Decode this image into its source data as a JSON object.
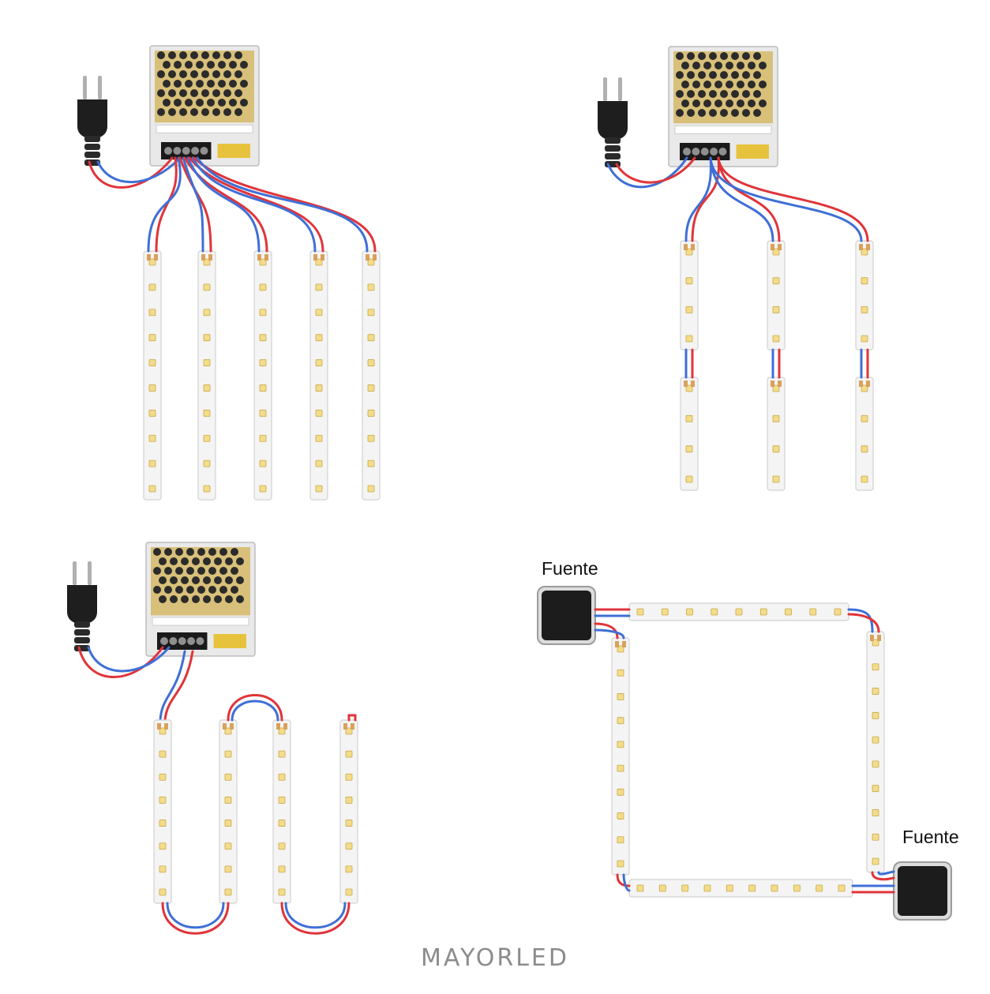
{
  "labels": {
    "source_top": "Fuente",
    "source_bottom": "Fuente"
  },
  "brand": {
    "name": "MAYORLED"
  },
  "colors": {
    "wire_positive": "#e0343a",
    "wire_negative": "#3f6fd6",
    "strip": "#f4f4f4",
    "led": "#f3dc8a",
    "psu_body": "#e9e9e9",
    "psu_mesh": "#2b2b2b",
    "plug": "#1e1e1e",
    "source_box": "#1c1c1c"
  },
  "icons": [
    "power-plug-icon",
    "power-supply-icon",
    "led-strip-icon",
    "source-box-icon"
  ]
}
